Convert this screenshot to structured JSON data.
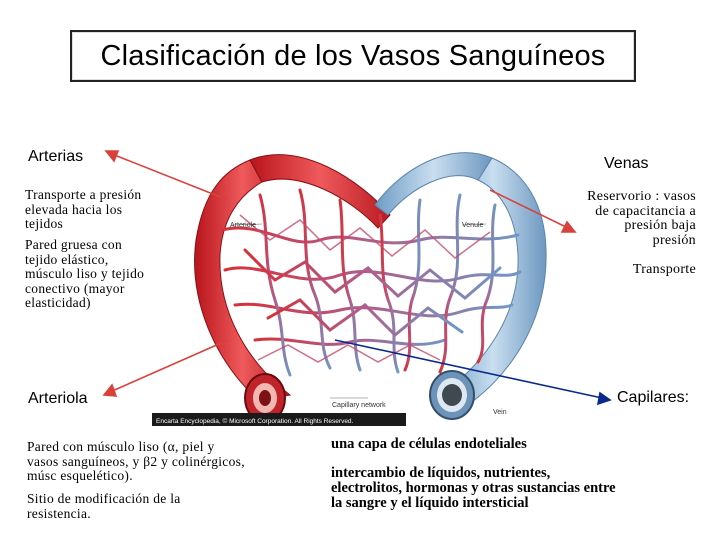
{
  "title": "Clasificación de los Vasos Sanguíneos",
  "arterias": {
    "heading": "Arterias",
    "text1": [
      "Transporte a presión",
      "elevada hacia los",
      "tejidos"
    ],
    "text2": [
      "Pared gruesa con",
      "tejido elástico,",
      "músculo liso y tejido",
      "conectivo (mayor",
      "elasticidad)"
    ]
  },
  "venas": {
    "heading": "Venas",
    "text1": [
      "Reservorio : vasos",
      "de capacitancia a",
      "presión baja",
      "presión"
    ],
    "text2": "Transporte"
  },
  "arteriola": {
    "heading": "Arteriola",
    "text1": [
      "Pared con músculo liso (α, piel y",
      "vasos sanguíneos, y β2 y colinérgicos,",
      "músc esquelético)."
    ],
    "text2": [
      "Sitio de modificación de la",
      "resistencia."
    ]
  },
  "capilares": {
    "heading": "Capilares:",
    "text1": "una capa de células endoteliales",
    "text2": [
      "intercambio de  líquidos, nutrientes,",
      "electrolitos, hormonas y otras sustancias entre",
      "la sangre y el líquido intersticial"
    ]
  },
  "illustration": {
    "arteriole_label": "Arteriole",
    "venule_label": "Venule",
    "capillary_label": "Capillary network",
    "vein_label": "Vein",
    "copyright": "Encarta Encyclopedia, © Microsoft Corporation. All Rights Reserved."
  },
  "colors": {
    "artery": "#e0353a",
    "vein": "#8fb7d6",
    "arrow": "#d9413a",
    "capillary_arrow": "#0a2a8a"
  }
}
